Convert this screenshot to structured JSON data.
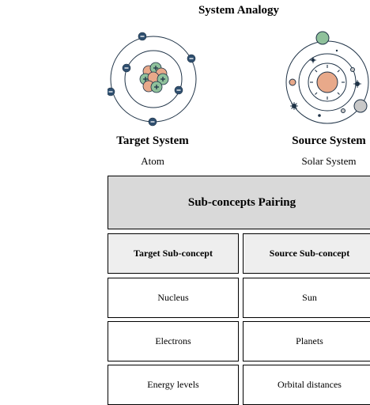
{
  "title": "System Analogy",
  "target": {
    "label": "Target System",
    "name": "Atom"
  },
  "source": {
    "label": "Source System",
    "name": "Solar System"
  },
  "pairing": {
    "header": "Sub-concepts Pairing",
    "columns": [
      "Target Sub-concept",
      "Source Sub-concept"
    ],
    "rows": [
      [
        "Nucleus",
        "Sun"
      ],
      [
        "Electrons",
        "Planets"
      ],
      [
        "Energy levels",
        "Orbital distances"
      ]
    ]
  },
  "icons": {
    "atom": "atom-icon",
    "solar": "solar-system-icon"
  },
  "colors": {
    "proton": "#e8a98a",
    "neutron": "#8fc19b",
    "electron": "#2f4f6f",
    "orbit": "#1f3347",
    "sun": "#e8a98a",
    "planet_green": "#8fc19b",
    "planet_gray": "#c8c8c8",
    "header_fill": "#d9d9d9",
    "col_head_fill": "#eeeeee"
  }
}
